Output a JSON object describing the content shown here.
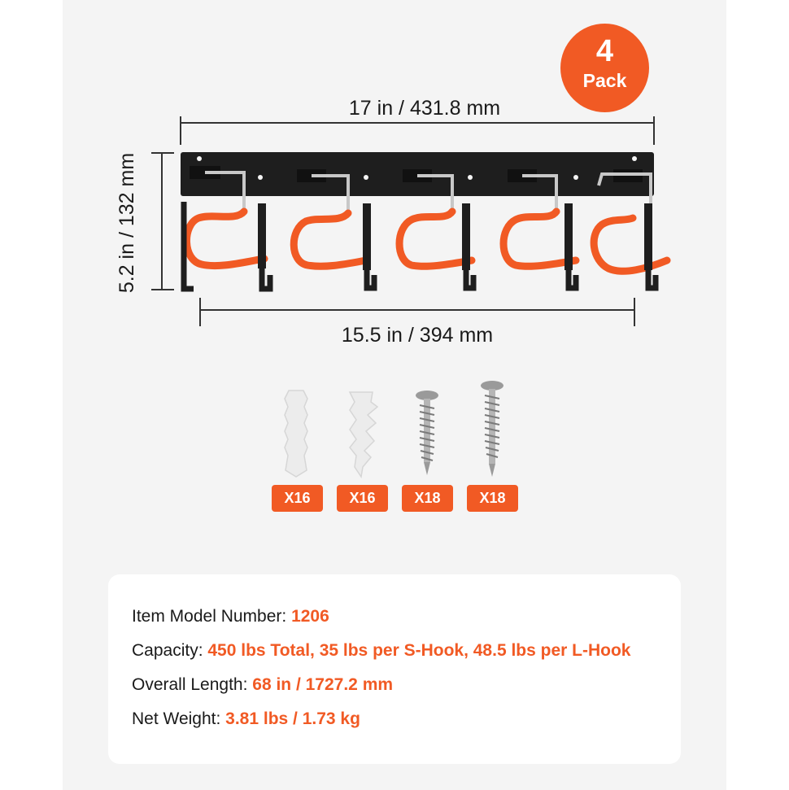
{
  "badge": {
    "number": "4",
    "label": "Pack"
  },
  "dimensions": {
    "top": "17 in / 431.8 mm",
    "bottom": "15.5 in / 394 mm",
    "left": "5.2 in / 132 mm"
  },
  "hardware": [
    {
      "name": "wall-anchor-ribbed",
      "qty": "X16"
    },
    {
      "name": "wall-anchor-self-drill",
      "qty": "X16"
    },
    {
      "name": "screw-short",
      "qty": "X18"
    },
    {
      "name": "screw-long",
      "qty": "X18"
    }
  ],
  "specs": [
    {
      "label": "Item Model Number: ",
      "value": "1206"
    },
    {
      "label": "Capacity: ",
      "value": "450 lbs Total, 35 lbs per S-Hook, 48.5 lbs per L-Hook"
    },
    {
      "label": "Overall Length: ",
      "value": "68 in / 1727.2 mm"
    },
    {
      "label": "Net Weight: ",
      "value": "3.81 lbs / 1.73 kg"
    }
  ],
  "colors": {
    "accent": "#f15a24",
    "panel": "#f4f4f4",
    "rail": "#1e1e1e"
  }
}
